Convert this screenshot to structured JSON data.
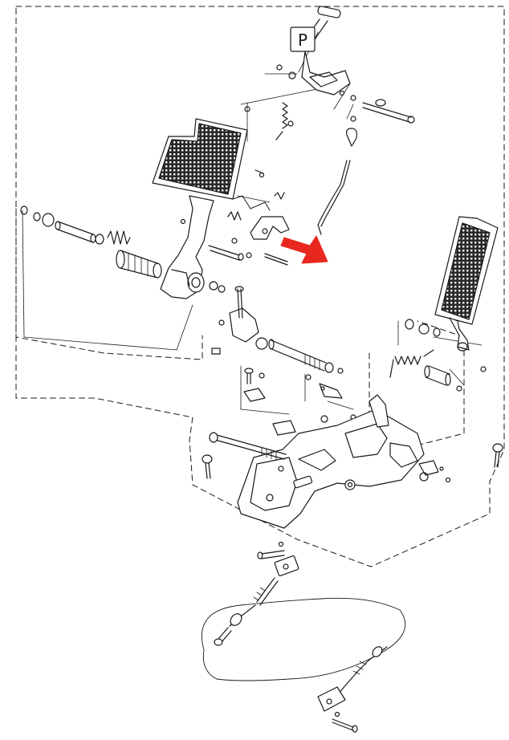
{
  "diagram": {
    "park_knob_label": "P",
    "colors": {
      "line": "#1a1a1a",
      "background": "#ffffff",
      "callout_arrow": "#e8281e",
      "pedal_pad": "#2a2a2a"
    },
    "icons": {
      "callout": "red-callout-arrow",
      "pedal": "brake-pedal-pad",
      "accelerator": "accelerator-pedal-pad"
    }
  }
}
